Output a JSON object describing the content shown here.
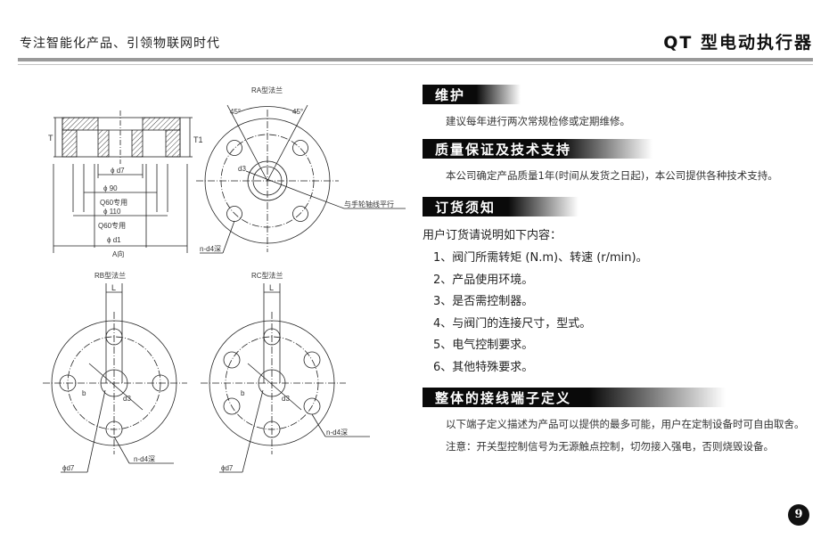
{
  "header": {
    "tagline": "专注智能化产品、引领物联网时代",
    "doc_title": "QT 型电动执行器"
  },
  "drawing_labels": {
    "ra_title": "RA型法兰",
    "rb_title": "RB型法兰",
    "rc_title": "RC型法兰",
    "angle_a": "45°",
    "angle_b": "45°",
    "d3": "d3",
    "parallel_note": "与手轮轴线平行",
    "nd4": "n-d4深",
    "T": "T",
    "T1": "T1",
    "phi_d7": "ϕ d7",
    "phi_90": "ϕ 90",
    "q60_1": "Q60专用",
    "phi_110": "ϕ 110",
    "q60_2": "Q60专用",
    "phi_d1": "ϕ d1",
    "a_view": "A向",
    "L": "L",
    "b": "b",
    "rb_d7": "ϕd7",
    "rb_nd4": "n-d4深",
    "rc_d7": "ϕd7",
    "rc_nd4": "n-d4深"
  },
  "sections": {
    "maintenance": {
      "title": "维护",
      "body": "建议每年进行两次常规检修或定期维修。"
    },
    "quality": {
      "title": "质量保证及技术支持",
      "body": "本公司确定产品质量1年(时间从发货之日起)，本公司提供各种技术支持。"
    },
    "ordering": {
      "title": "订货须知",
      "intro": "用户订货请说明如下内容：",
      "items": [
        "1、阀门所需转矩 (N.m)、转速 (r/min)。",
        "2、产品使用环境。",
        "3、是否需控制器。",
        "4、与阀门的连接尺寸，型式。",
        "5、电气控制要求。",
        "6、其他特殊要求。"
      ]
    },
    "terminals": {
      "title": "整体的接线端子定义",
      "body1": "以下端子定义描述为产品可以提供的最多可能，用户在定制设备时可自由取舍。",
      "body2": "注意：开关型控制信号为无源触点控制，切勿接入强电，否则烧毁设备。"
    }
  },
  "colors": {
    "section_bar_start": "#0a0a0a",
    "section_bar_end": "#ffffff",
    "rule": "#9a9a9a"
  },
  "page_number": "9"
}
